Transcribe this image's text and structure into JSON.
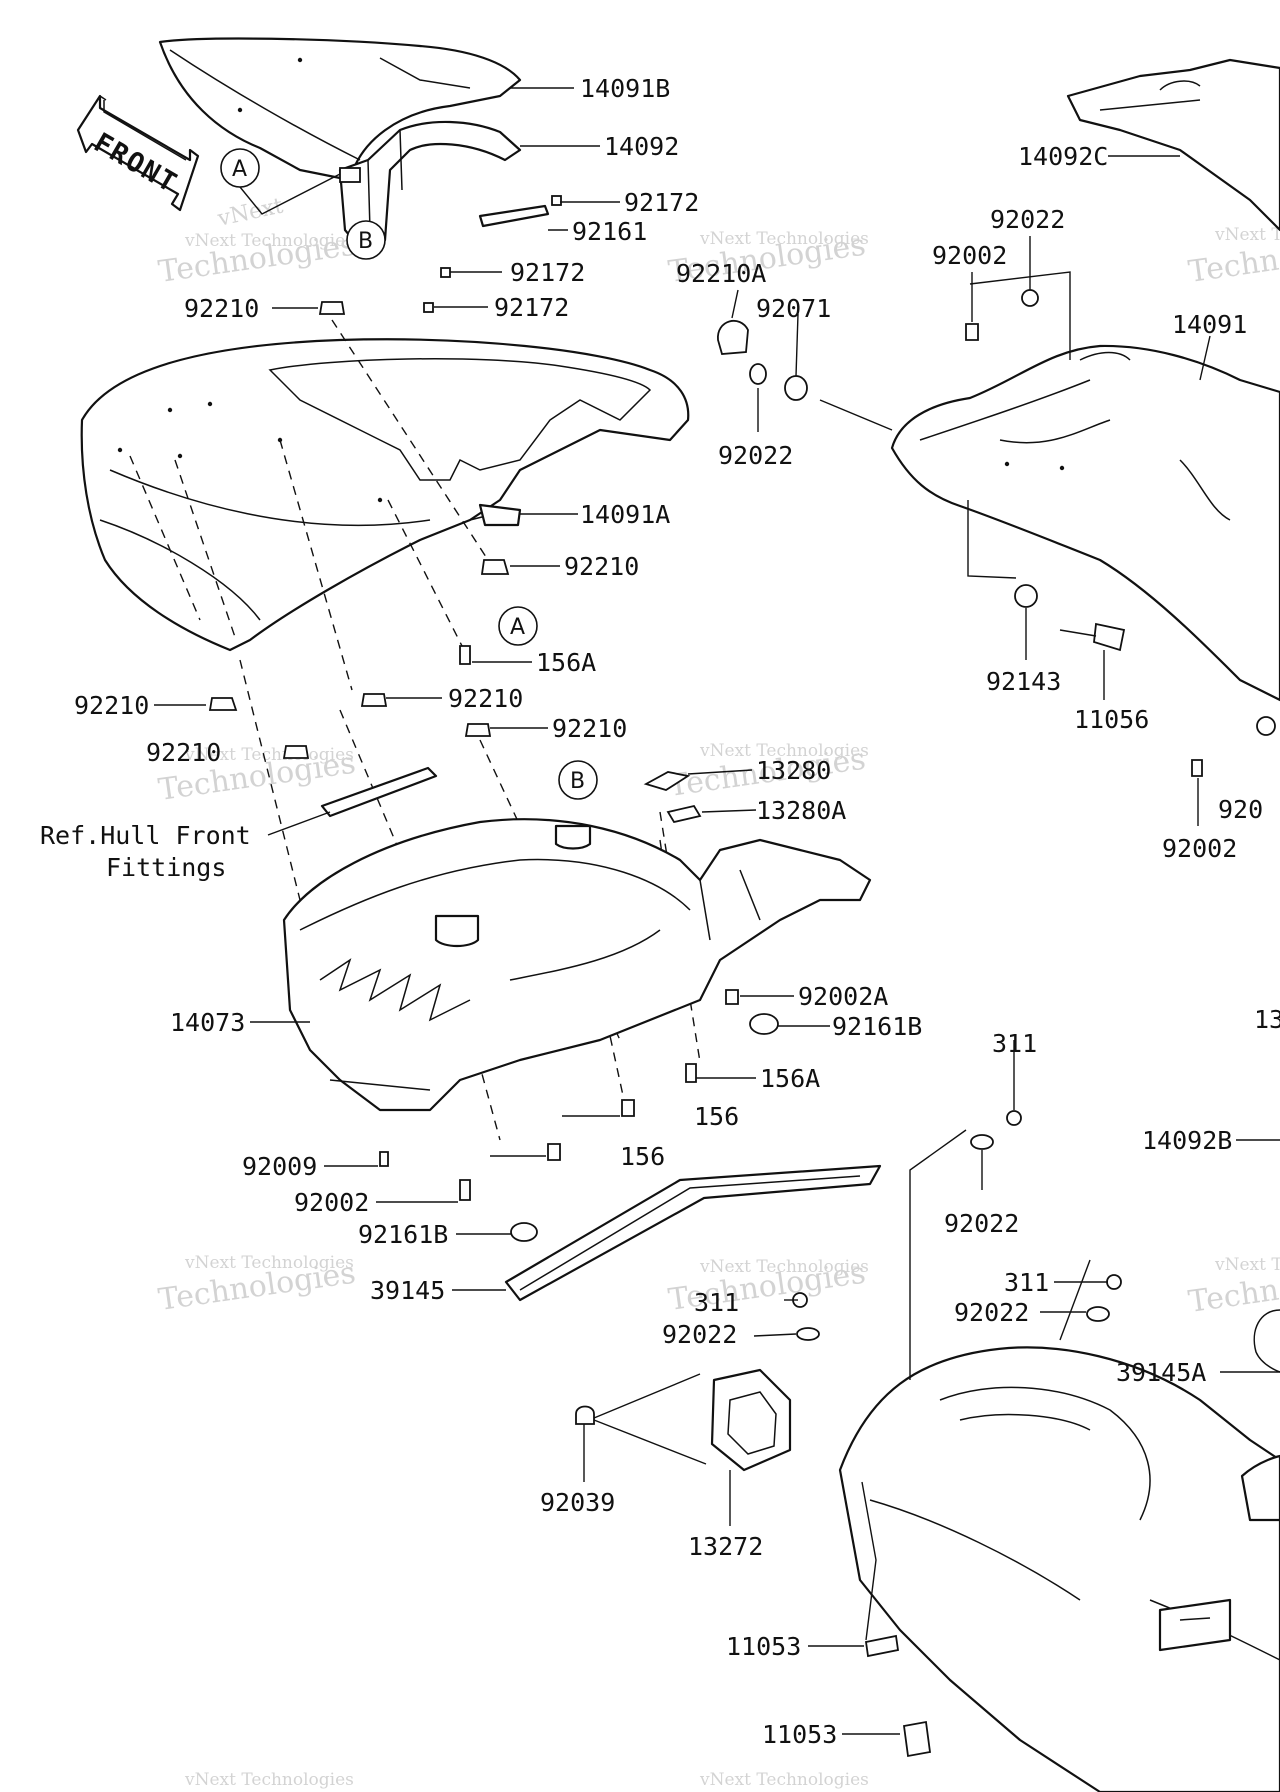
{
  "watermark": {
    "line1": "vNext",
    "line2": "vNext Technologies",
    "line3": "Technologies"
  },
  "front_arrow": {
    "text": "FRONT"
  },
  "callouts": {
    "a": "A",
    "b": "B"
  },
  "parts": {
    "p14091B": "14091B",
    "p14092": "14092",
    "p92172": "92172",
    "p92161": "92161",
    "p92210": "92210",
    "p14091A": "14091A",
    "p156A": "156A",
    "ref_line1": "Ref.Hull Front",
    "ref_line2": "Fittings",
    "p13280": "13280",
    "p13280A": "13280A",
    "p14073": "14073",
    "p92002A": "92002A",
    "p92161B": "92161B",
    "p156": "156",
    "p92009": "92009",
    "p92002": "92002",
    "p39145": "39145",
    "p14092C": "14092C",
    "p92022": "92022",
    "p92210A": "92210A",
    "p92071": "92071",
    "p14091": "14091",
    "p92143": "92143",
    "p11056": "11056",
    "p311": "311",
    "p14092B": "14092B",
    "p39145A": "39145A",
    "p92039": "92039",
    "p13272": "13272",
    "p11053": "11053",
    "p13_partial": "13",
    "p920_partial": "920"
  }
}
